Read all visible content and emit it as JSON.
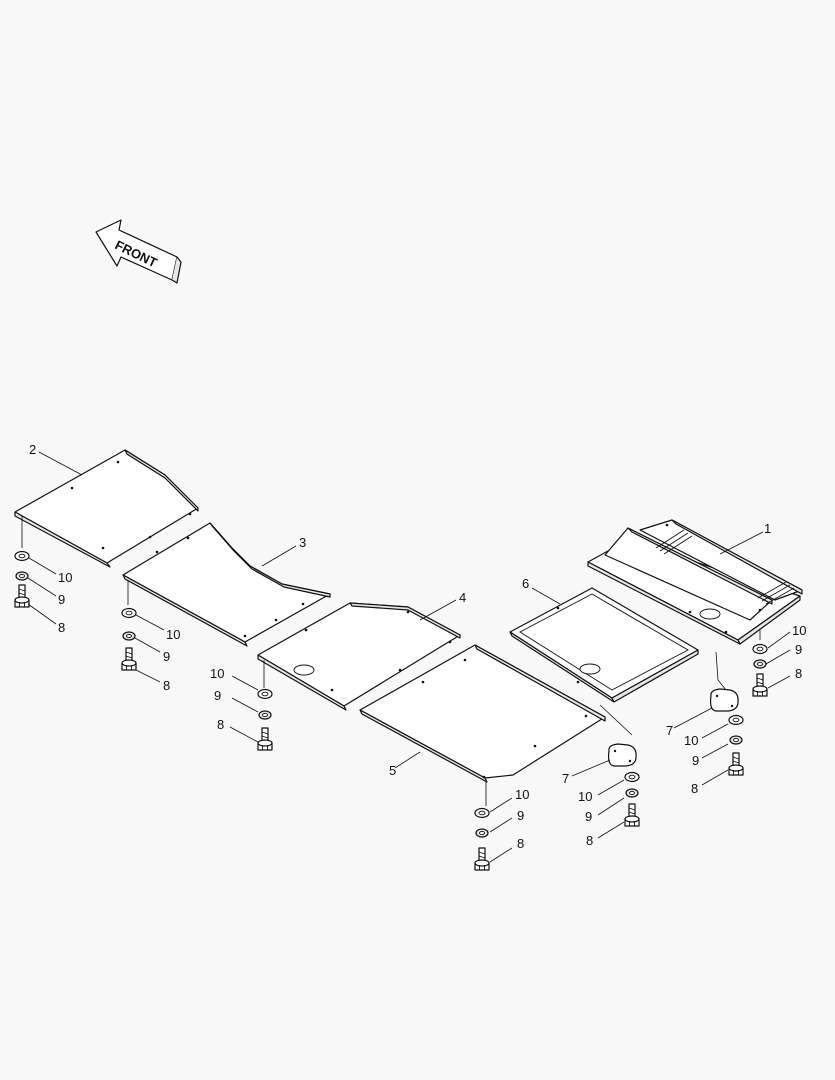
{
  "front_arrow": {
    "label": "FRONT"
  },
  "callouts": {
    "p1": "1",
    "p2": "2",
    "p3": "3",
    "p4": "4",
    "p5": "5",
    "p6": "6",
    "p7a": "7",
    "p7b": "7",
    "p8a": "8",
    "p8b": "8",
    "p8c": "8",
    "p8d": "8",
    "p8e": "8",
    "p8f": "8",
    "p8g": "8",
    "p9a": "9",
    "p9b": "9",
    "p9c": "9",
    "p9d": "9",
    "p9e": "9",
    "p9f": "9",
    "p9g": "9",
    "p10a": "10",
    "p10b": "10",
    "p10c": "10",
    "p10d": "10",
    "p10e": "10",
    "p10f": "10",
    "p10g": "10"
  }
}
